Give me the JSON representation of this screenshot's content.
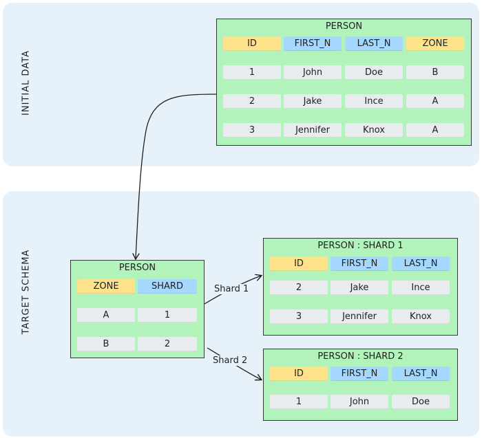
{
  "sections": {
    "initial_label": "INITIAL DATA",
    "target_label": "TARGET SCHEMA"
  },
  "initial_table": {
    "title": "PERSON",
    "headers": [
      "ID",
      "FIRST_N",
      "LAST_N",
      "ZONE"
    ],
    "rows": [
      [
        "1",
        "John",
        "Doe",
        "B"
      ],
      [
        "2",
        "Jake",
        "Ince",
        "A"
      ],
      [
        "3",
        "Jennifer",
        "Knox",
        "A"
      ]
    ]
  },
  "mapping_table": {
    "title": "PERSON",
    "headers": [
      "ZONE",
      "SHARD"
    ],
    "rows": [
      [
        "A",
        "1"
      ],
      [
        "B",
        "2"
      ]
    ]
  },
  "shard1_table": {
    "title": "PERSON : SHARD 1",
    "headers": [
      "ID",
      "FIRST_N",
      "LAST_N"
    ],
    "rows": [
      [
        "2",
        "Jake",
        "Ince"
      ],
      [
        "3",
        "Jennifer",
        "Knox"
      ]
    ]
  },
  "shard2_table": {
    "title": "PERSON : SHARD 2",
    "headers": [
      "ID",
      "FIRST_N",
      "LAST_N"
    ],
    "rows": [
      [
        "1",
        "John",
        "Doe"
      ]
    ]
  },
  "arrows": {
    "shard1_label": "Shard 1",
    "shard2_label": "Shard 2"
  },
  "colors": {
    "panel": "#e7f1fa",
    "table": "#b2f2bb",
    "header_yellow": "#ffe38a",
    "header_blue": "#a5d8ff",
    "cell_gray": "#e9ecef"
  }
}
